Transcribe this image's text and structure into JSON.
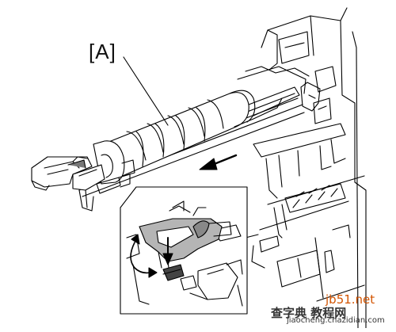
{
  "diagram": {
    "callout_label": "[A]",
    "line_color": "#000000",
    "fill_light": "#ffffff",
    "fill_gray": "#b5b5b5",
    "fill_dark": "#444444"
  },
  "watermark": {
    "domain_text": "jb51.net",
    "site_text": "查字典 教程网",
    "url_text": "jiaocheng.chazidian.com",
    "accent_color": "#d35400"
  }
}
